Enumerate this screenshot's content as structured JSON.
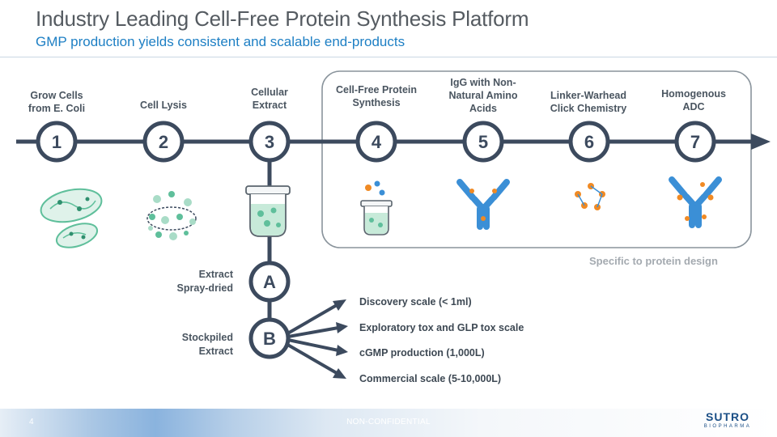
{
  "title": "Industry Leading Cell-Free Protein Synthesis Platform",
  "subtitle": "GMP production yields consistent and scalable end-products",
  "steps": [
    {
      "number": "1",
      "label": [
        "Grow Cells",
        "from E. Coli"
      ]
    },
    {
      "number": "2",
      "label": [
        "Cell Lysis"
      ]
    },
    {
      "number": "3",
      "label": [
        "Cellular",
        "Extract"
      ]
    },
    {
      "number": "4",
      "label": [
        "Cell-Free Protein",
        "Synthesis"
      ]
    },
    {
      "number": "5",
      "label": [
        "IgG with Non-",
        "Natural Amino",
        "Acids"
      ]
    },
    {
      "number": "6",
      "label": [
        "Linker-Warhead",
        "Click Chemistry"
      ]
    },
    {
      "number": "7",
      "label": [
        "Homogenous",
        "ADC"
      ]
    }
  ],
  "note": "Specific to protein design",
  "branches": [
    {
      "letter": "A",
      "label": [
        "Extract",
        "Spray-dried"
      ]
    },
    {
      "letter": "B",
      "label": [
        "Stockpiled",
        "Extract"
      ]
    }
  ],
  "scales": [
    "Discovery scale (< 1ml)",
    "Exploratory tox and GLP tox scale",
    "cGMP production (1,000L)",
    "Commercial scale (5-10,000L)"
  ],
  "footer": {
    "page_number": "4",
    "classification": "NON-CONFIDENTIAL",
    "logo_main": "SUTRO",
    "logo_sub": "BIOPHARMA"
  },
  "colors": {
    "title": "#555b61",
    "subtitle": "#1d7fc4",
    "line": "#3c4a5e",
    "cell_green": "#5fbf9b",
    "antibody_blue": "#3b8fd6",
    "warhead_orange": "#f08a24",
    "note_gray": "#a4aab0"
  }
}
